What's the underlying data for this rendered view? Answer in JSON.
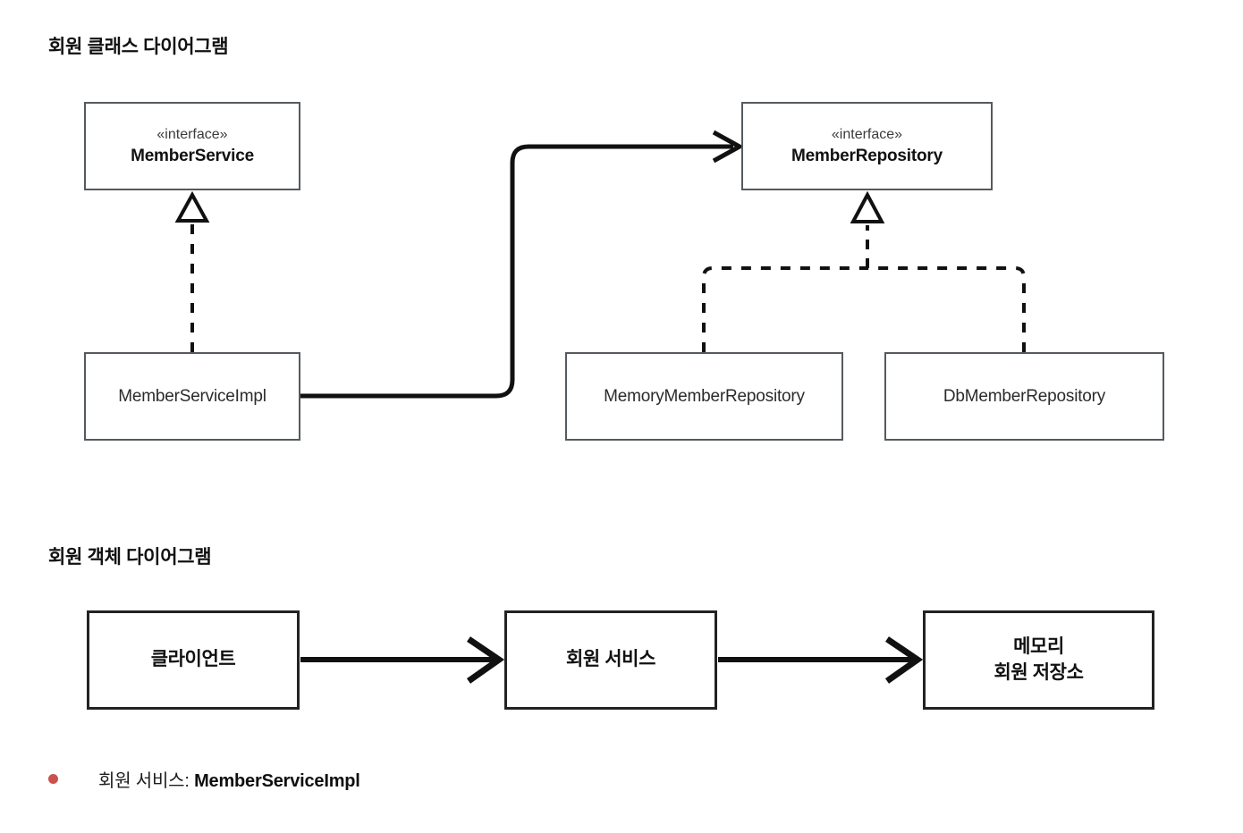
{
  "sections": {
    "class_diagram": {
      "title": "회원 클래스 다이어그램",
      "nodes": {
        "member_service": {
          "stereotype": "«interface»",
          "name": "MemberService"
        },
        "member_repository": {
          "stereotype": "«interface»",
          "name": "MemberRepository"
        },
        "member_service_impl": {
          "name": "MemberServiceImpl"
        },
        "memory_member_repository": {
          "name": "MemoryMemberRepository"
        },
        "db_member_repository": {
          "name": "DbMemberRepository"
        }
      },
      "relations": [
        {
          "from": "MemberServiceImpl",
          "to": "MemberService",
          "type": "realization",
          "style": "dashed-hollow-triangle"
        },
        {
          "from": "MemoryMemberRepository",
          "to": "MemberRepository",
          "type": "realization",
          "style": "dashed-hollow-triangle"
        },
        {
          "from": "DbMemberRepository",
          "to": "MemberRepository",
          "type": "realization",
          "style": "dashed-hollow-triangle"
        },
        {
          "from": "MemberServiceImpl",
          "to": "MemberRepository",
          "type": "association",
          "style": "solid-open-arrow"
        }
      ]
    },
    "object_diagram": {
      "title": "회원 객체 다이어그램",
      "nodes": {
        "client": {
          "name": "클라이언트"
        },
        "member_service": {
          "name": "회원 서비스"
        },
        "memory_store": {
          "name": "메모리\n회원 저장소"
        }
      },
      "relations": [
        {
          "from": "클라이언트",
          "to": "회원 서비스",
          "type": "association",
          "style": "solid-open-arrow"
        },
        {
          "from": "회원 서비스",
          "to": "메모리 회원 저장소",
          "type": "association",
          "style": "solid-open-arrow"
        }
      ]
    }
  },
  "bullets": [
    {
      "label": "회원 서비스: ",
      "value": "MemberServiceImpl",
      "marker_color": "#c9524f"
    }
  ],
  "colors": {
    "background": "#ffffff",
    "box_border_class": "#555a5e",
    "box_border_object": "#232323",
    "line": "#111111",
    "text": "#1a1a1a",
    "bullet": "#c9524f"
  }
}
